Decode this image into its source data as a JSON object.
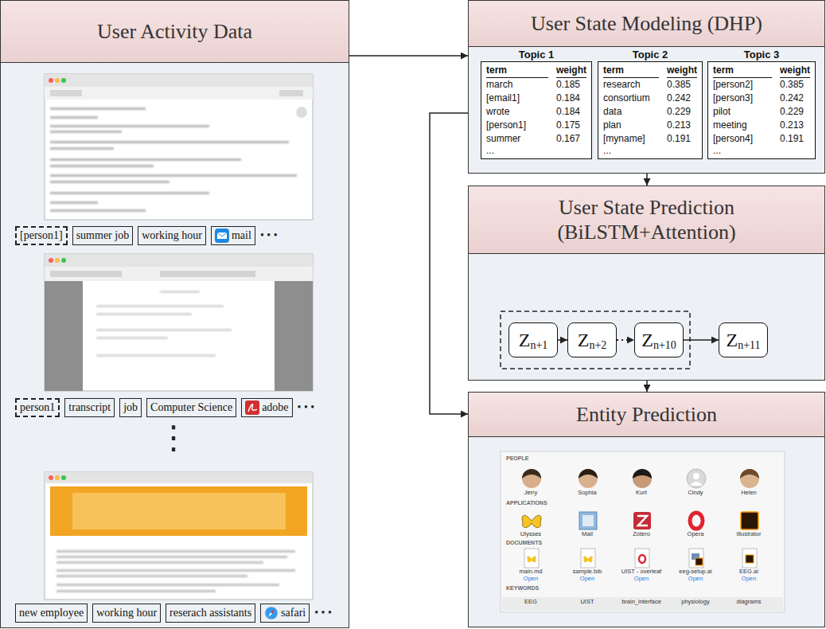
{
  "diagram": {
    "nodes": [
      {
        "text": [
          "User Activity Data"
        ]
      },
      {
        "text": [
          "[person1]"
        ],
        "in": 0
      },
      {
        "text": [
          "summer job"
        ],
        "in": 0
      },
      {
        "text": [
          "working hour"
        ],
        "in": 0
      },
      {
        "text": [
          "mail"
        ],
        "in": 0
      },
      {
        "text": [
          "person1"
        ],
        "in": 0
      },
      {
        "text": [
          "transcript"
        ],
        "in": 0
      },
      {
        "text": [
          "job"
        ],
        "in": 0
      },
      {
        "text": [
          "Computer Science"
        ],
        "in": 0
      },
      {
        "text": [
          "adobe"
        ],
        "in": 0
      },
      {
        "text": [
          "new employee"
        ],
        "in": 0
      },
      {
        "text": [
          "working hour"
        ],
        "in": 0
      },
      {
        "text": [
          "reserach assistants"
        ],
        "in": 0
      },
      {
        "text": [
          "safari"
        ],
        "in": 0
      },
      {
        "text": [
          "User State Modeling (DHP)"
        ]
      },
      {
        "text": [
          "Topic 1",
          "term",
          "weight",
          "march",
          "0.185",
          "[email1]",
          "0.184",
          "wrote",
          "0.184",
          "[person1]",
          "0.175",
          "summer",
          "0.167",
          "..."
        ],
        "in": 14
      },
      {
        "text": [
          "Topic 2",
          "term",
          "weight",
          "research",
          "0.385",
          "consortium",
          "0.242",
          "data",
          "0.229",
          "plan",
          "0.213",
          "[myname]",
          "0.191",
          "..."
        ],
        "in": 14
      },
      {
        "text": [
          "Topic 3",
          "term",
          "weight",
          "[person2]",
          "0.385",
          "[person3]",
          "0.242",
          "pilot",
          "0.229",
          "meeting",
          "0.213",
          "[person4]",
          "0.191",
          "..."
        ],
        "in": 14
      },
      {
        "text": [
          "User State Prediction (BiLSTM+Attention)"
        ]
      },
      {
        "text": [
          "Z",
          "n+1"
        ],
        "in": 18
      },
      {
        "text": [
          "Z",
          "n+2"
        ],
        "in": 18
      },
      {
        "text": [
          "Z",
          "n+10"
        ],
        "in": 18
      },
      {
        "text": [
          "Z",
          "n+11"
        ],
        "in": 18
      },
      {
        "text": [
          "Entity Prediction"
        ]
      }
    ],
    "edges": [
      {
        "from": 0,
        "to": 14,
        "arrow": "to"
      },
      {
        "from": 14,
        "to": 18,
        "arrow": "to"
      },
      {
        "from": 18,
        "to": 23,
        "arrow": "to"
      },
      {
        "from": 14,
        "to": 23,
        "arrow": "to"
      },
      {
        "from": 19,
        "to": 20,
        "arrow": "to"
      },
      {
        "from": 20,
        "to": 21,
        "arrow": "to"
      },
      {
        "from": 21,
        "to": 22,
        "arrow": "to"
      }
    ],
    "labels": [
      "• • •",
      "• • •",
      "⋮",
      "• • •",
      "PEOPLE",
      "Jerry",
      "Sophia",
      "Kurt",
      "Cindy",
      "Helen",
      "APPLICATIONS",
      "Ulysses",
      "Mail",
      "Zotero",
      "Opera",
      "Illustrator",
      "DOCUMENTS",
      "main.md",
      "Open",
      "sample.bib",
      "Open",
      "UIST - overleaf",
      "Open",
      "eeg-setup.ai",
      "Open",
      "EEG.ai",
      "Open",
      "KEYWORDS",
      "EEG",
      "UIST",
      "brain_interface",
      "physiology",
      "diagrams"
    ]
  }
}
